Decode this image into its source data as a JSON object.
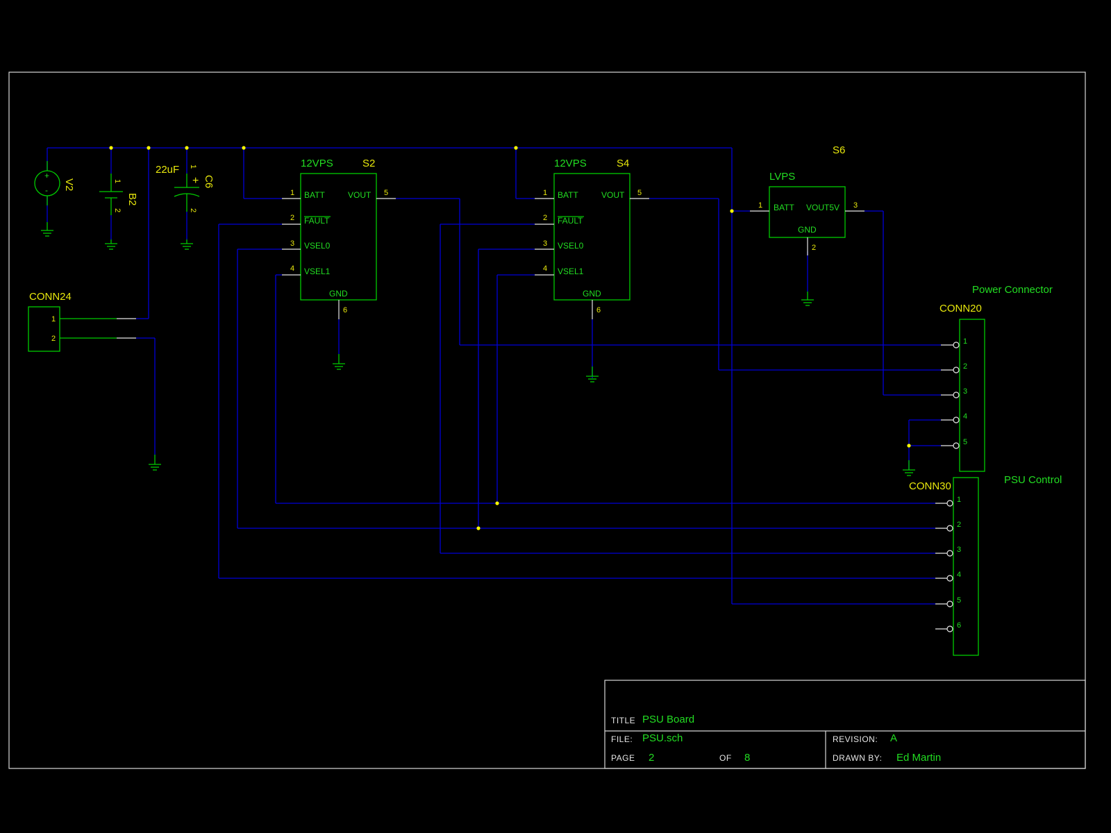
{
  "title_block": {
    "title_label": "TITLE",
    "title_value": "PSU Board",
    "file_label": "FILE:",
    "file_value": "PSU.sch",
    "page_label": "PAGE",
    "page_value": "2",
    "of_label": "OF",
    "of_value": "8",
    "revision_label": "REVISION:",
    "revision_value": "A",
    "drawn_by_label": "DRAWN BY:",
    "drawn_by_value": "Ed Martin"
  },
  "components": {
    "v2": {
      "ref": "V2",
      "plus": "+",
      "minus": "-"
    },
    "b2": {
      "ref": "B2",
      "pin1": "1",
      "pin2": "2"
    },
    "c6": {
      "ref": "C6",
      "value": "22uF",
      "pin1": "1",
      "pin2": "2",
      "plus": "+"
    },
    "s2": {
      "type": "12VPS",
      "ref": "S2",
      "pins": {
        "batt": "BATT",
        "fault": "FAULT",
        "vsel0": "VSEL0",
        "vsel1": "VSEL1",
        "vout": "VOUT",
        "gnd": "GND"
      },
      "nums": {
        "batt": "1",
        "fault": "2",
        "vsel0": "3",
        "vsel1": "4",
        "vout": "5",
        "gnd": "6"
      }
    },
    "s4": {
      "type": "12VPS",
      "ref": "S4",
      "pins": {
        "batt": "BATT",
        "fault": "FAULT",
        "vsel0": "VSEL0",
        "vsel1": "VSEL1",
        "vout": "VOUT",
        "gnd": "GND"
      },
      "nums": {
        "batt": "1",
        "fault": "2",
        "vsel0": "3",
        "vsel1": "4",
        "vout": "5",
        "gnd": "6"
      }
    },
    "s6": {
      "type": "LVPS",
      "ref": "S6",
      "pins": {
        "batt": "BATT",
        "vout": "VOUT5V",
        "gnd": "GND"
      },
      "nums": {
        "batt": "1",
        "gnd": "2",
        "vout": "3"
      }
    },
    "conn24": {
      "ref": "CONN24",
      "pins": [
        "1",
        "2"
      ]
    },
    "conn20": {
      "ref": "CONN20",
      "description": "Power Connector",
      "pins": [
        "1",
        "2",
        "3",
        "4",
        "5"
      ]
    },
    "conn30": {
      "ref": "CONN30",
      "description": "PSU Control",
      "pins": [
        "1",
        "2",
        "3",
        "4",
        "5",
        "6"
      ]
    }
  },
  "colors": {
    "background": "#000000",
    "wire": "#0000d8",
    "component": "#00cc00",
    "label": "#e8e80c",
    "junction": "#ffff00",
    "frame": "#d8d8d8"
  },
  "icons": [
    "ground-icon",
    "voltage-source-icon",
    "battery-icon",
    "polarized-capacitor-icon",
    "junction-dot-icon"
  ]
}
